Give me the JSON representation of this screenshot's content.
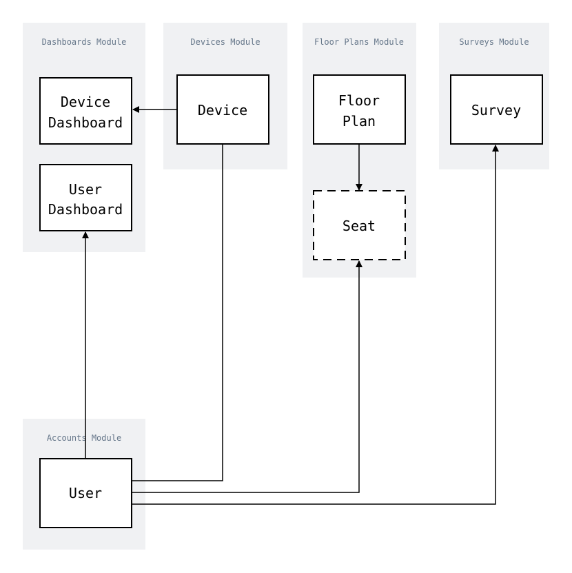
{
  "modules": {
    "dashboards": "Dashboards Module",
    "devices": "Devices Module",
    "floor_plans": "Floor Plans Module",
    "surveys": "Surveys Module",
    "accounts": "Accounts Module"
  },
  "nodes": {
    "device_dashboard": {
      "line1": "Device",
      "line2": "Dashboard"
    },
    "user_dashboard": {
      "line1": "User",
      "line2": "Dashboard"
    },
    "device": "Device",
    "floor_plan": {
      "line1": "Floor",
      "line2": "Plan"
    },
    "seat": "Seat",
    "survey": "Survey",
    "user": "User"
  },
  "edges": [
    {
      "from": "Device",
      "to": "Device Dashboard"
    },
    {
      "from": "User",
      "to": "User Dashboard"
    },
    {
      "from": "User",
      "to": "Device"
    },
    {
      "from": "Floor Plan",
      "to": "Seat"
    },
    {
      "from": "User",
      "to": "Seat"
    },
    {
      "from": "User",
      "to": "Survey"
    }
  ],
  "colors": {
    "module_background": "#f0f1f3",
    "module_label": "#66778a",
    "node_border": "#000000",
    "edge": "#000000"
  }
}
